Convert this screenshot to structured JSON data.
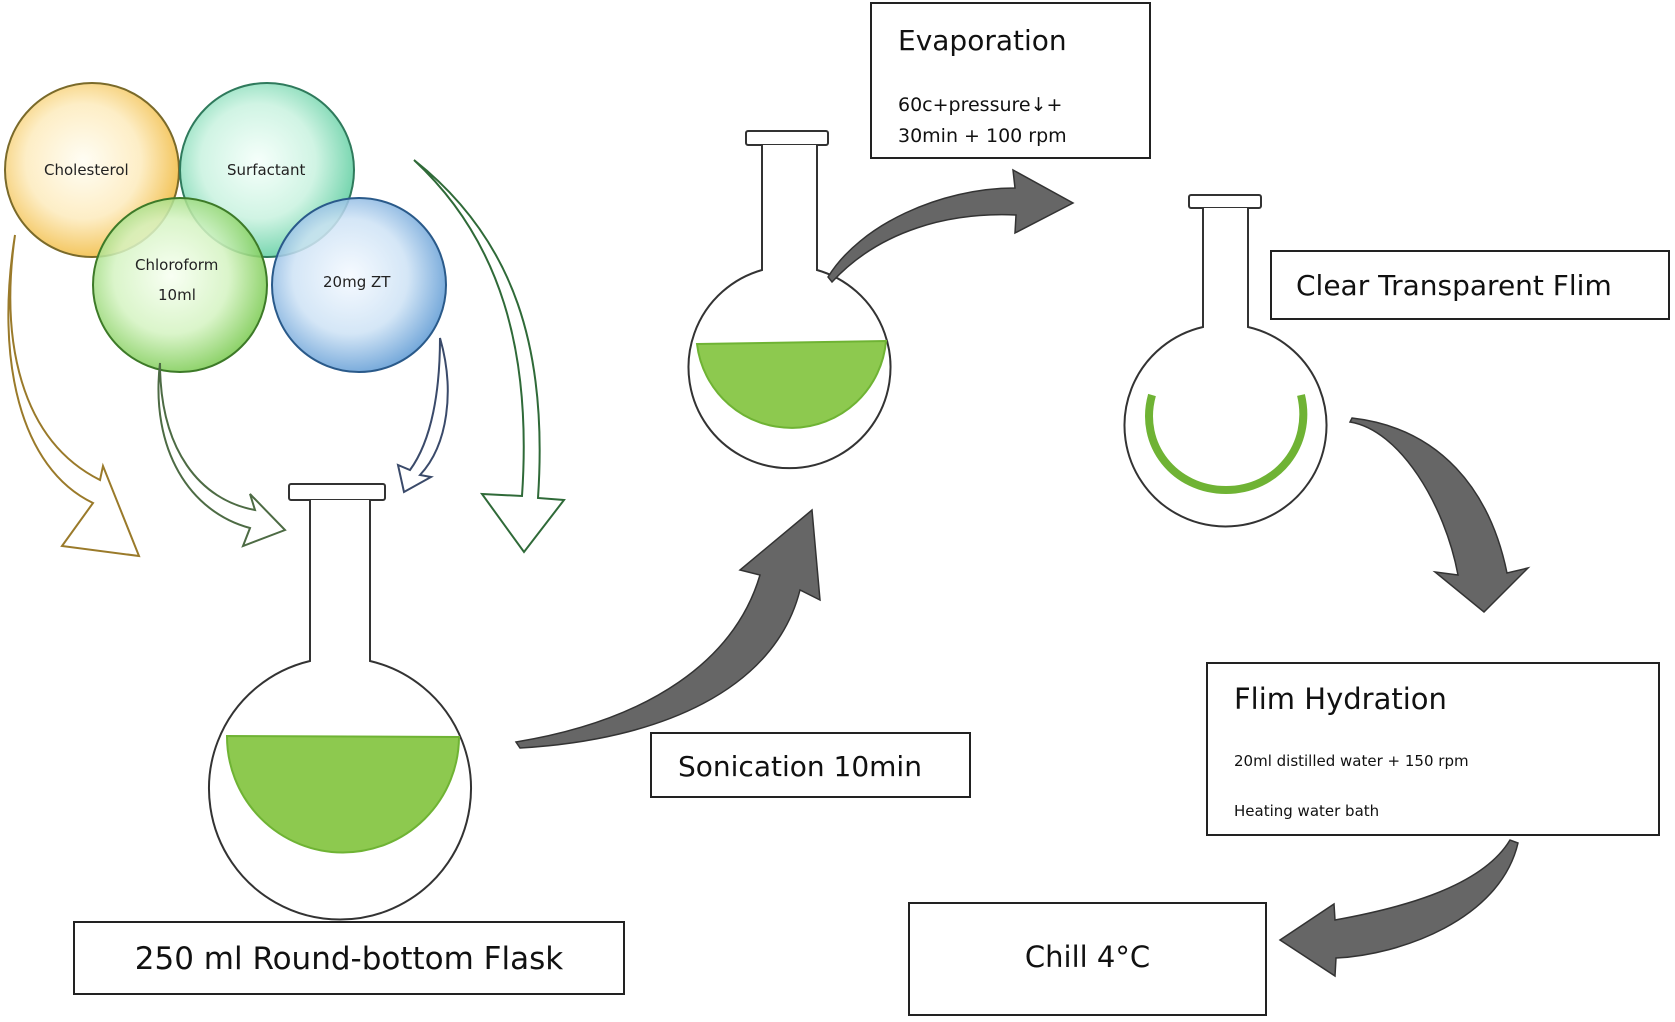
{
  "ingredients": {
    "cholesterol": "Cholesterol",
    "surfactant": "Surfactant",
    "chloroform_line1": "Chloroform",
    "chloroform_line2": "10ml",
    "zt": "20mg ZT"
  },
  "steps": {
    "flask": "250 ml Round-bottom Flask",
    "sonication": "Sonication 10min",
    "evaporation": {
      "title": "Evaporation",
      "line1": "60c+pressure↓+",
      "line2": "30min + 100 rpm"
    },
    "film": "Clear Transparent Flim",
    "hydration": {
      "title": "Flim Hydration",
      "line1": "20ml distilled water + 150 rpm",
      "line2": "Heating water bath"
    },
    "chill": "Chill 4°C"
  },
  "colors": {
    "liquid": "#8dc94f",
    "liquid_edge": "#6fb334",
    "arrow_gray": "#666666",
    "cholesterol": "#f4c24a",
    "surfactant": "#5fd1a5",
    "chloroform": "#83d15a",
    "zt": "#5f9fd8"
  }
}
